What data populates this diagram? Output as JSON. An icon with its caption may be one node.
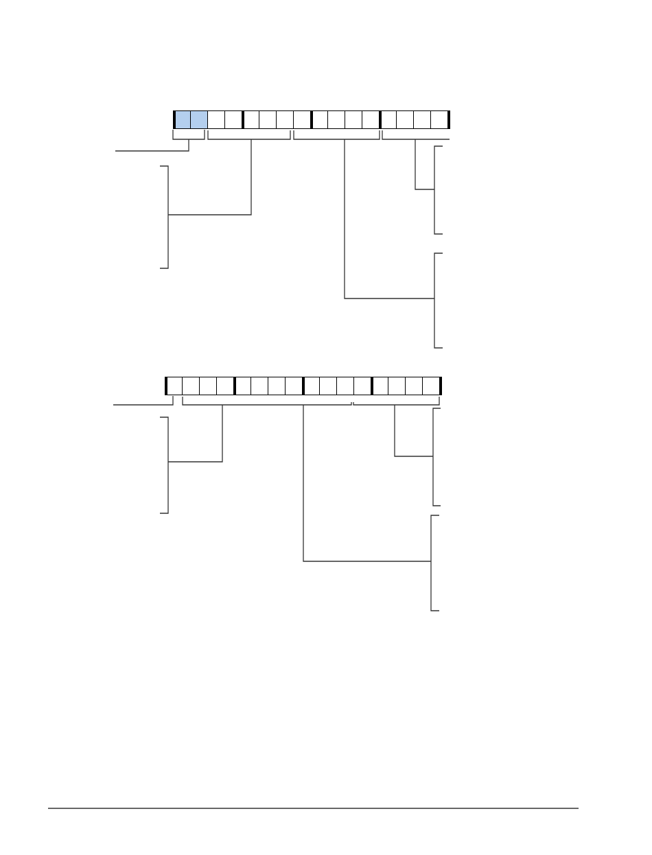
{
  "diagram": {
    "nodes": [
      {
        "text": [],
        "shape": "bar"
      },
      {
        "text": [],
        "shape": "bar"
      }
    ],
    "edges": [
      {
        "from": null,
        "to": 0,
        "arrow": "none"
      },
      {
        "from": null,
        "to": 0,
        "arrow": "none"
      },
      {
        "from": null,
        "to": 0,
        "arrow": "none"
      },
      {
        "from": null,
        "to": 0,
        "arrow": "none"
      },
      {
        "from": null,
        "to": 1,
        "arrow": "none"
      },
      {
        "from": null,
        "to": 1,
        "arrow": "none"
      },
      {
        "from": null,
        "to": 1,
        "arrow": "none"
      },
      {
        "from": null,
        "to": 1,
        "arrow": "none"
      }
    ]
  }
}
